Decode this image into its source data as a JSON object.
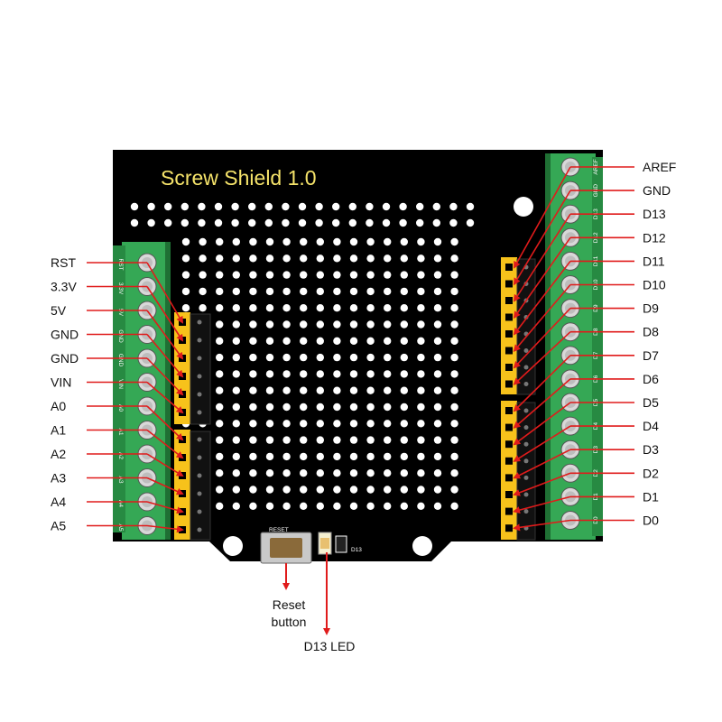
{
  "board": {
    "title": "Screw Shield 1.0",
    "reset_silk": "RESET",
    "led_silk": "D13"
  },
  "left_pins": [
    "RST",
    "3.3V",
    "5V",
    "GND",
    "GND",
    "VIN",
    "A0",
    "A1",
    "A2",
    "A3",
    "A4",
    "A5"
  ],
  "right_pins": [
    "AREF",
    "GND",
    "D13",
    "D12",
    "D11",
    "D10",
    "D9",
    "D8",
    "D7",
    "D6",
    "D5",
    "D4",
    "D3",
    "D2",
    "D1",
    "D0"
  ],
  "callouts": {
    "reset": [
      "Reset",
      "button"
    ],
    "led": "D13 LED"
  },
  "colors": {
    "board": "#000000",
    "terminal_block": "#35a855",
    "header": "#f7c21b",
    "silkscreen_title": "#f5e36a",
    "arrow": "#e01b1b"
  }
}
